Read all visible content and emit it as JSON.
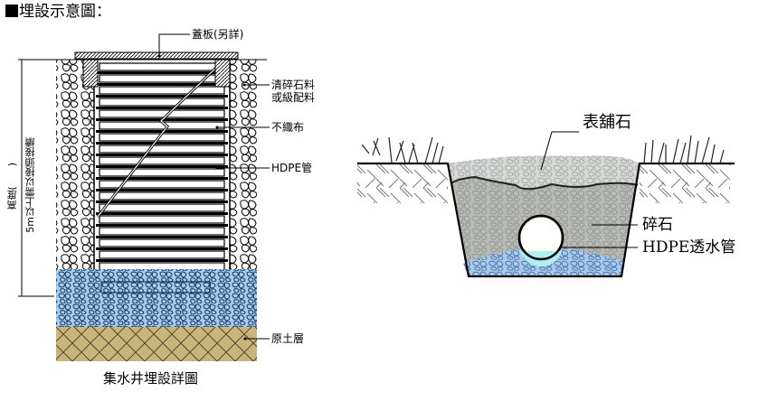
{
  "heading": "埋設示意圖：",
  "left_diagram": {
    "caption": "集水井埋設詳圖",
    "labels": {
      "cover": "蓋板(另詳)",
      "gravel": "清碎石料",
      "gravel_line2": "或級配料",
      "geotextile": "不織布",
      "pipe": "HDPE管",
      "native_soil": "原土層"
    },
    "height_label": "高度(　　)",
    "joint_note": "5m以上需以接頭接續"
  },
  "right_diagram": {
    "labels": {
      "surface_stone": "表舖石",
      "crushed_stone": "碎石",
      "pipe": "HDPE透水管"
    }
  },
  "colors": {
    "water_blue": "#a8ccf0",
    "soil_tan": "#c9b47a",
    "gravel_gray": "#b8bab6",
    "surface_gray": "#d6d8d5",
    "pipe_water": "#aef0f0"
  }
}
